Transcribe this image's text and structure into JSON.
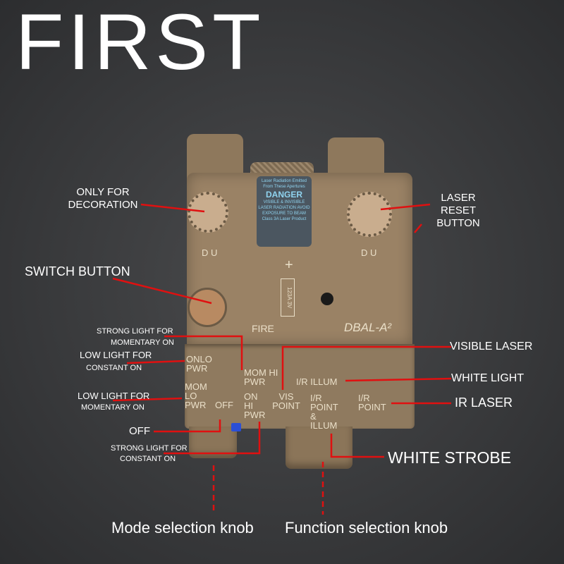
{
  "brand": "FIRST",
  "device": {
    "model": "DBAL-A²",
    "fire_label": "FIRE",
    "battery": "123A 3V",
    "plus": "+",
    "warning": {
      "top": "Laser Radiation Emitted From These Apertures",
      "title": "DANGER",
      "body": "VISIBLE & INVISIBLE LASER RADIATION AVOID EXPOSURE TO BEAM",
      "class": "Class 3A Laser Product"
    },
    "switch_marks": {
      "onlo": "ONLO PWR",
      "momhi": "MOM HI PWR",
      "momlo": "MOM LO PWR",
      "off": "OFF",
      "onhi": "ON HI PWR",
      "vis": "VIS POINT",
      "irillum": "I/R ILLUM",
      "irpointillum": "I/R POINT & ILLUM",
      "irpoint": "I/R POINT"
    },
    "du_left": "D U",
    "du_right": "D U"
  },
  "annotations": {
    "decoration": "ONLY FOR DECORATION",
    "laser_reset": "LASER RESET BUTTON",
    "switch_button": "SWITCH BUTTON",
    "strong_mom_1": "STRONG LIGHT FOR",
    "strong_mom_2": "MOMENTARY ON",
    "low_const_1": "LOW LIGHT FOR",
    "low_const_2": "CONSTANT ON",
    "low_mom_1": "LOW LIGHT FOR",
    "low_mom_2": "MOMENTARY ON",
    "off": "OFF",
    "strong_const_1": "STRONG LIGHT FOR",
    "strong_const_2": "CONSTANT ON",
    "visible_laser": "VISIBLE LASER",
    "white_light": "WHITE LIGHT",
    "ir_laser": "IR LASER",
    "white_strobe": "WHITE STROBE",
    "mode_knob": "Mode selection knob",
    "function_knob": "Function selection knob"
  },
  "colors": {
    "accent": "#e01010",
    "body": "#9a8265"
  }
}
